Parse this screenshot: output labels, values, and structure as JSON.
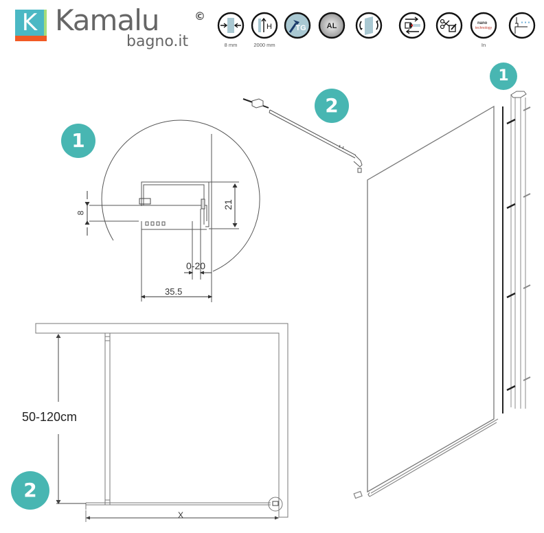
{
  "header": {
    "logo_letter": "K",
    "brand_name": "Kamalu",
    "brand_domain": "bagno.it",
    "copyright_symbol": "©",
    "colors": {
      "teal": "#4bb8c4",
      "green": "#a6dd7a",
      "orange": "#f15a24",
      "text": "#666666"
    }
  },
  "feature_icons": [
    {
      "name": "glass-thickness-icon",
      "label": "8 mm"
    },
    {
      "name": "height-icon",
      "label": "2000 mm"
    },
    {
      "name": "tempered-glass-icon",
      "label": "",
      "glyph": "TG"
    },
    {
      "name": "aluminium-icon",
      "label": "",
      "glyph": "AL"
    },
    {
      "name": "reversible-icon",
      "label": ""
    },
    {
      "name": "adjustable-profile-icon",
      "label": ""
    },
    {
      "name": "cut-to-size-icon",
      "label": ""
    },
    {
      "name": "nano-technology-icon",
      "label": "In",
      "glyph_top": "nano",
      "glyph_bottom": "technology"
    },
    {
      "name": "water-proof-icon",
      "label": ""
    }
  ],
  "badges": {
    "detail_1": "1",
    "assembly_2": "2",
    "assembly_1": "1",
    "plan_2": "2"
  },
  "profile_detail": {
    "glass_thickness": "8",
    "profile_height": "21",
    "adjustment_range": "0-20",
    "profile_depth": "35.5"
  },
  "plan_view": {
    "bar_length": "50-120cm",
    "panel_width": "X"
  },
  "colors": {
    "badge": "#48b6b2",
    "line": "#555555",
    "dimension": "#333333"
  }
}
